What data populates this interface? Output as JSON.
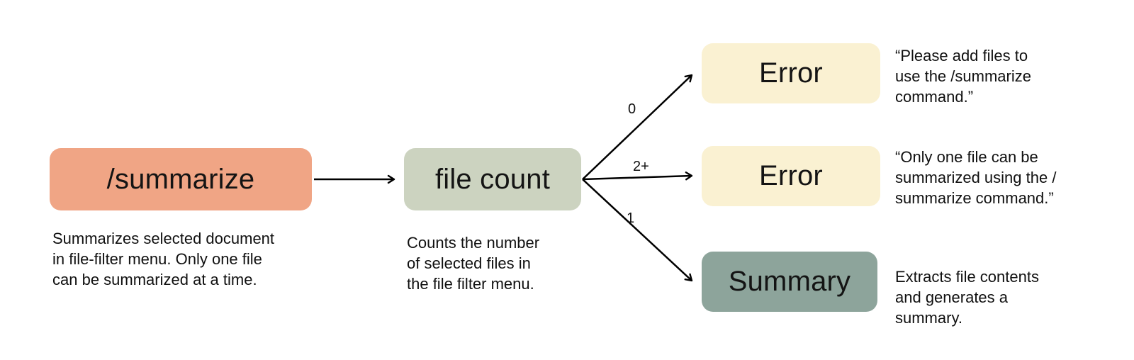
{
  "diagram": {
    "nodes": {
      "summarize": {
        "label": "/summarize",
        "bg": "#F0A585"
      },
      "file_count": {
        "label": "file count",
        "bg": "#CCD3C0"
      },
      "error_top": {
        "label": "Error",
        "bg": "#FAF1D2"
      },
      "error_mid": {
        "label": "Error",
        "bg": "#FAF1D2"
      },
      "summary": {
        "label": "Summary",
        "bg": "#8DA49B"
      }
    },
    "captions": {
      "summarize": [
        "Summarizes selected document",
        "in file-filter menu. Only one file",
        "can be summarized at a time."
      ],
      "file_count": [
        "Counts the number",
        "of selected files in",
        "the file filter menu."
      ]
    },
    "notes": {
      "error_top": [
        "“Please add files to",
        "use the /summarize",
        "command.”"
      ],
      "error_mid": [
        "“Only one file can be",
        "summarized using the /",
        "summarize command.”"
      ],
      "summary": [
        "Extracts file contents",
        "and generates a",
        "summary."
      ]
    },
    "edge_labels": {
      "zero": "0",
      "two_plus": "2+",
      "one": "1"
    },
    "arrow_color": "#000000"
  }
}
